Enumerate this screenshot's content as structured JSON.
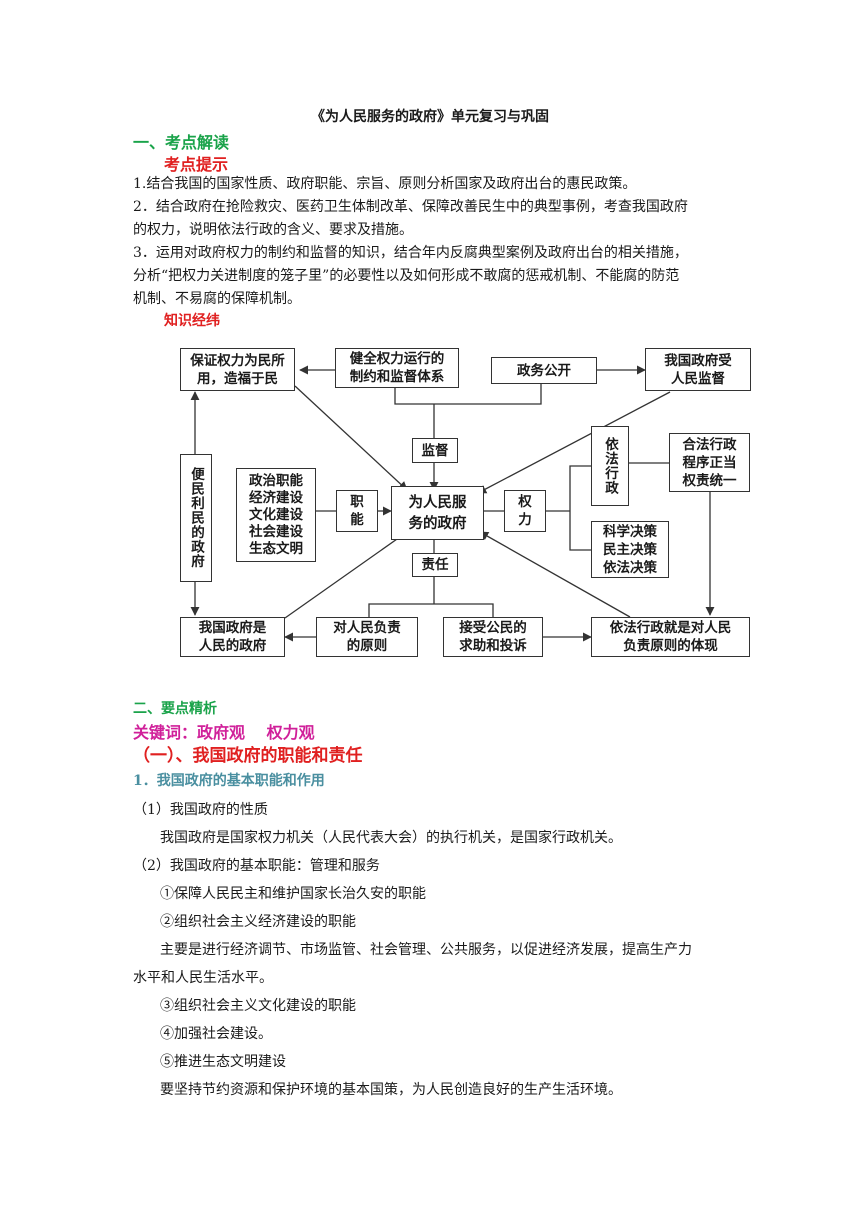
{
  "title": "《为人民服务的政府》单元复习与巩固",
  "section1": {
    "heading": "一、考点解读",
    "subheading": "考点提示",
    "items": [
      "1.结合我国的国家性质、政府职能、宗旨、原则分析国家及政府出台的惠民政策。",
      "2．结合政府在抢险救灾、医药卫生体制改革、保障改善民生中的典型事例，考查我国政府",
      "的权力，说明依法行政的含义、要求及措施。",
      "3．运用对政府权力的制约和监督的知识，结合年内反腐典型案例及政府出台的相关措施，",
      "分析“把权力关进制度的笼子里”的必要性以及如何形成不敢腐的惩戒机制、不能腐的防范",
      "机制、不易腐的保障机制。"
    ],
    "knowledge_label": "知识经纬"
  },
  "diagram": {
    "box_guarantee": "保证权力为民所\n用，造福于民",
    "box_system": "健全权力运行的\n制约和监督体系",
    "box_openness": "政务公开",
    "box_supervised": "我国政府受\n人民监督",
    "box_convenience": "便民利民的政府",
    "box_functions": "政治职能\n经济建设\n文化建设\n社会建设\n生态文明",
    "box_zhineng": "职\n能",
    "box_supervision": "监督",
    "box_center": "为人民服\n务的政府",
    "box_power": "权\n力",
    "box_law": "依法行政",
    "box_legal": "合法行政\n程序正当\n权责统一",
    "box_decision": "科学决策\n民主决策\n依法决策",
    "box_responsibility": "责任",
    "box_people_gov": "我国政府是\n人民的政府",
    "box_responsible": "对人民负责\n的原则",
    "box_accept": "接受公民的\n求助和投诉",
    "box_embodiment": "依法行政就是对人民\n负责原则的体现"
  },
  "section2": {
    "heading": "二、要点精析",
    "keywords": "关键词：政府观　  权力观",
    "part1_heading": "（一）、我国政府的职能和责任",
    "sub1": "1．我国政府的基本职能和作用",
    "lines": [
      "（1）我国政府的性质",
      "我国政府是国家权力机关（人民代表大会）的执行机关，是国家行政机关。",
      "（2）我国政府的基本职能：管理和服务",
      "①保障人民民主和维护国家长治久安的职能",
      "②组织社会主义经济建设的职能",
      "主要是进行经济调节、市场监管、社会管理、公共服务，以促进经济发展，提高生产力",
      "水平和人民生活水平。",
      "③组织社会主义文化建设的职能",
      "④加强社会建设。",
      "⑤推进生态文明建设",
      "要坚持节约资源和保护环境的基本国策，为人民创造良好的生产生活环境。"
    ]
  }
}
